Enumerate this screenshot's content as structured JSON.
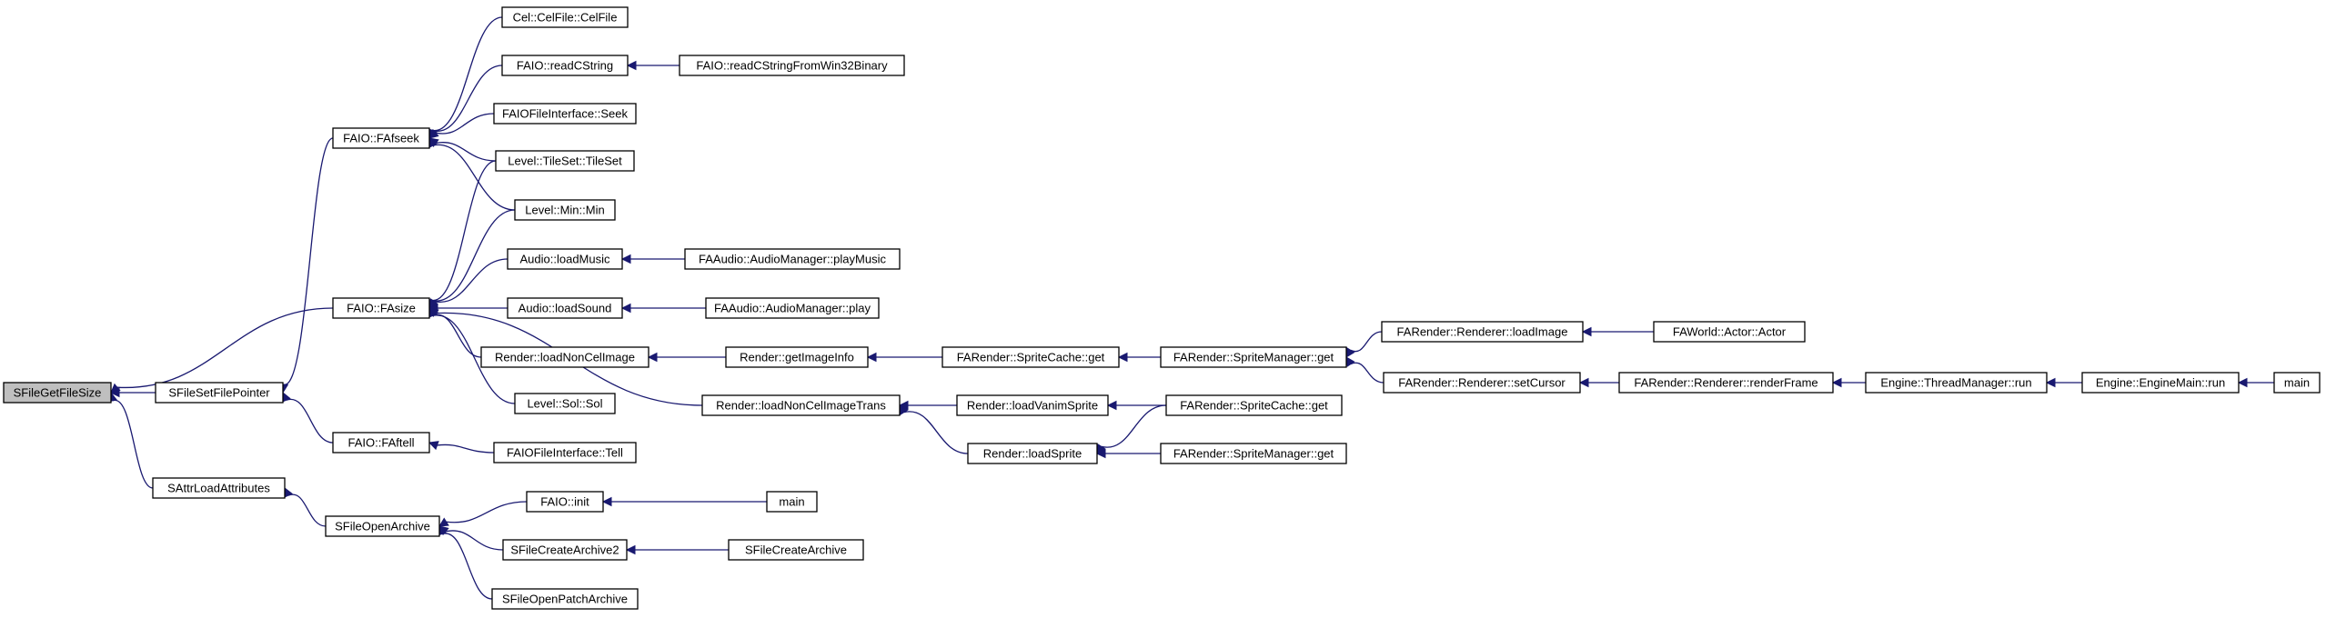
{
  "diagram": {
    "type": "call-graph",
    "colors": {
      "edge": "#191970",
      "node_fill": "#ffffff",
      "root_fill": "#bfbfbf",
      "border": "#000000"
    },
    "nodes": [
      {
        "id": "sfilegetfilesize",
        "label": "SFileGetFileSize",
        "root": true
      },
      {
        "id": "sfilesetfilepointer",
        "label": "SFileSetFilePointer"
      },
      {
        "id": "sattrloadattributes",
        "label": "SAttrLoadAttributes"
      },
      {
        "id": "faio-fafseek",
        "label": "FAIO::FAfseek"
      },
      {
        "id": "faio-fasize",
        "label": "FAIO::FAsize"
      },
      {
        "id": "faio-faftell",
        "label": "FAIO::FAftell"
      },
      {
        "id": "sfileopenarchive",
        "label": "SFileOpenArchive"
      },
      {
        "id": "cel-celfile",
        "label": "Cel::CelFile::CelFile"
      },
      {
        "id": "faio-readcstring",
        "label": "FAIO::readCString"
      },
      {
        "id": "faiofileinterface-seek",
        "label": "FAIOFileInterface::Seek"
      },
      {
        "id": "level-tileset",
        "label": "Level::TileSet::TileSet"
      },
      {
        "id": "level-min",
        "label": "Level::Min::Min"
      },
      {
        "id": "audio-loadmusic",
        "label": "Audio::loadMusic"
      },
      {
        "id": "audio-loadsound",
        "label": "Audio::loadSound"
      },
      {
        "id": "render-loadnoncelimage",
        "label": "Render::loadNonCelImage"
      },
      {
        "id": "level-sol",
        "label": "Level::Sol::Sol"
      },
      {
        "id": "render-loadnoncelimagetrans",
        "label": "Render::loadNonCelImageTrans"
      },
      {
        "id": "faiofileinterface-tell",
        "label": "FAIOFileInterface::Tell"
      },
      {
        "id": "faio-init",
        "label": "FAIO::init"
      },
      {
        "id": "sfilecreatearchive2",
        "label": "SFileCreateArchive2"
      },
      {
        "id": "sfileopenpatcharchive",
        "label": "SFileOpenPatchArchive"
      },
      {
        "id": "faio-readcstringfromwin32binary",
        "label": "FAIO::readCStringFromWin32Binary"
      },
      {
        "id": "faaudio-playmusic",
        "label": "FAAudio::AudioManager::playMusic"
      },
      {
        "id": "faaudio-play",
        "label": "FAAudio::AudioManager::play"
      },
      {
        "id": "render-getimageinfo",
        "label": "Render::getImageInfo"
      },
      {
        "id": "render-loadvanimsprite",
        "label": "Render::loadVanimSprite"
      },
      {
        "id": "render-loadsprite",
        "label": "Render::loadSprite"
      },
      {
        "id": "main-1",
        "label": "main"
      },
      {
        "id": "sfilecreatearchive",
        "label": "SFileCreateArchive"
      },
      {
        "id": "farender-spritecache-get-1",
        "label": "FARender::SpriteCache::get"
      },
      {
        "id": "farender-spritecache-get-2",
        "label": "FARender::SpriteCache::get"
      },
      {
        "id": "farender-spritemanager-get-2",
        "label": "FARender::SpriteManager::get"
      },
      {
        "id": "farender-spritemanager-get-1",
        "label": "FARender::SpriteManager::get"
      },
      {
        "id": "farender-loadimage",
        "label": "FARender::Renderer::loadImage"
      },
      {
        "id": "farender-setcursor",
        "label": "FARender::Renderer::setCursor"
      },
      {
        "id": "faworld-actor",
        "label": "FAWorld::Actor::Actor"
      },
      {
        "id": "farender-renderframe",
        "label": "FARender::Renderer::renderFrame"
      },
      {
        "id": "engine-threadmanager-run",
        "label": "Engine::ThreadManager::run"
      },
      {
        "id": "engine-enginemain-run",
        "label": "Engine::EngineMain::run"
      },
      {
        "id": "main-2",
        "label": "main"
      }
    ],
    "edges": [
      {
        "from": "sfilesetfilepointer",
        "to": "sfilegetfilesize"
      },
      {
        "from": "faio-fasize",
        "to": "sfilegetfilesize"
      },
      {
        "from": "sattrloadattributes",
        "to": "sfilegetfilesize"
      },
      {
        "from": "faio-fafseek",
        "to": "sfilesetfilepointer"
      },
      {
        "from": "faio-faftell",
        "to": "sfilesetfilepointer"
      },
      {
        "from": "sfileopenarchive",
        "to": "sattrloadattributes"
      },
      {
        "from": "cel-celfile",
        "to": "faio-fafseek"
      },
      {
        "from": "faio-readcstring",
        "to": "faio-fafseek"
      },
      {
        "from": "faiofileinterface-seek",
        "to": "faio-fafseek"
      },
      {
        "from": "level-tileset",
        "to": "faio-fafseek"
      },
      {
        "from": "level-min",
        "to": "faio-fafseek"
      },
      {
        "from": "level-tileset",
        "to": "faio-fasize"
      },
      {
        "from": "level-min",
        "to": "faio-fasize"
      },
      {
        "from": "audio-loadmusic",
        "to": "faio-fasize"
      },
      {
        "from": "audio-loadsound",
        "to": "faio-fasize"
      },
      {
        "from": "render-loadnoncelimage",
        "to": "faio-fasize"
      },
      {
        "from": "level-sol",
        "to": "faio-fasize"
      },
      {
        "from": "render-loadnoncelimagetrans",
        "to": "faio-fasize"
      },
      {
        "from": "faiofileinterface-tell",
        "to": "faio-faftell"
      },
      {
        "from": "faio-init",
        "to": "sfileopenarchive"
      },
      {
        "from": "sfilecreatearchive2",
        "to": "sfileopenarchive"
      },
      {
        "from": "sfileopenpatcharchive",
        "to": "sfileopenarchive"
      },
      {
        "from": "faio-readcstringfromwin32binary",
        "to": "faio-readcstring"
      },
      {
        "from": "faaudio-playmusic",
        "to": "audio-loadmusic"
      },
      {
        "from": "faaudio-play",
        "to": "audio-loadsound"
      },
      {
        "from": "render-getimageinfo",
        "to": "render-loadnoncelimage"
      },
      {
        "from": "render-loadvanimsprite",
        "to": "render-loadnoncelimagetrans"
      },
      {
        "from": "render-loadsprite",
        "to": "render-loadnoncelimagetrans"
      },
      {
        "from": "main-1",
        "to": "faio-init"
      },
      {
        "from": "sfilecreatearchive",
        "to": "sfilecreatearchive2"
      },
      {
        "from": "farender-spritecache-get-1",
        "to": "render-getimageinfo"
      },
      {
        "from": "farender-spritecache-get-2",
        "to": "render-loadvanimsprite"
      },
      {
        "from": "farender-spritecache-get-2",
        "to": "render-loadsprite"
      },
      {
        "from": "farender-spritemanager-get-2",
        "to": "render-loadsprite"
      },
      {
        "from": "farender-spritemanager-get-1",
        "to": "farender-spritecache-get-1"
      },
      {
        "from": "farender-loadimage",
        "to": "farender-spritemanager-get-1"
      },
      {
        "from": "farender-setcursor",
        "to": "farender-spritemanager-get-1"
      },
      {
        "from": "faworld-actor",
        "to": "farender-loadimage"
      },
      {
        "from": "farender-renderframe",
        "to": "farender-setcursor"
      },
      {
        "from": "engine-threadmanager-run",
        "to": "farender-renderframe"
      },
      {
        "from": "engine-enginemain-run",
        "to": "engine-threadmanager-run"
      },
      {
        "from": "main-2",
        "to": "engine-enginemain-run"
      }
    ]
  }
}
